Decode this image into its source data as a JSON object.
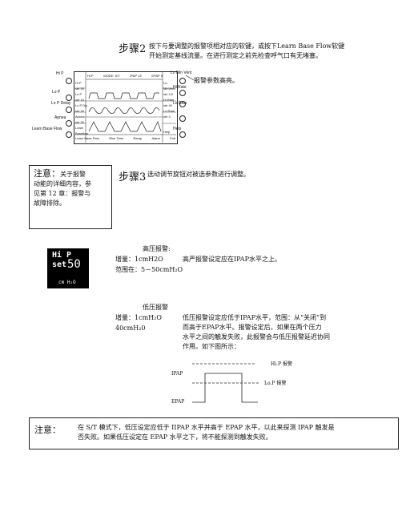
{
  "step2": {
    "title": "步骤2",
    "line1": "按下与要调整的报警项相对应的软键，或按下Learn Base Flow软键",
    "line2": "开始测定基线流量。在进行测定之前先检查呼气口有无堵塞。",
    "callout": "报警参数高亮。"
  },
  "device": {
    "left_labels": [
      "Hi P",
      "Lo P",
      "Lo P Delay",
      "Apnea",
      "Learn Base Flow"
    ],
    "right_labels": [
      "Lo Min Vent",
      "Hi Rate",
      "Lo Rate",
      "Help"
    ],
    "header": [
      "Hi P",
      "MODE: S/T",
      "IPAP 15",
      "EPAP 5"
    ],
    "left_panel": [
      "Hi P",
      "set 50",
      "Lo P",
      "set 10",
      "Lo P Dly",
      "set 20",
      "Apnea",
      "set 20",
      "Learn",
      "Baseflow"
    ],
    "right_panel": [
      "Lo MinVent",
      "set 3.0",
      "Hi Rate",
      "set 40",
      "Lo Rate",
      "set 4",
      "Help"
    ],
    "footer": [
      "Learn Base Flow",
      "Rise Time",
      "Ramp",
      "Alarm",
      "Exit"
    ]
  },
  "step3": {
    "title": "步骤3",
    "text": "选动调节旋钮对被选参数进行调整。"
  },
  "note1": {
    "label": "注意：",
    "line1": "关于报警",
    "line2": "动能的详细内容，参",
    "line3": "见第 12 章：报警与",
    "line4": "故障排除。"
  },
  "hip_display": {
    "line1": "Hi P",
    "set_label": "set",
    "set_value": "50",
    "unit": "cm H₂O"
  },
  "hi_alarm": {
    "title": "高压报警:",
    "increment": "增量：1cmH2O",
    "range": "范围在：5－50cmH₂O",
    "desc": "高严报警设定应在IPAP水平之上。"
  },
  "lo_alarm": {
    "title": "低压报警",
    "increment": "增量：1cmH₂O",
    "range": "40cmH₂0",
    "desc1": "低压报警设定应低于IPAP水平，范围：从“关闭”到",
    "desc2": "而高于EPAP水平。报警设定后，如果在两个压力",
    "desc3": "水平之间的触发失败，此报警会与低压报警延迟协同",
    "desc4": "作用。如下图所示："
  },
  "diagram": {
    "hip_label": "Hi.P 报警",
    "lop_label": "Lo.P 报警",
    "ipap_label": "IPAP",
    "epap_label": "EPAP"
  },
  "note2": {
    "label": "注意：",
    "line1": "在 S/T 模式下，低压设定应低于 IIPAP 水平并高于 EPAP 水平，以此来探测 IPAP 触发是",
    "line2": "否失败。如果低压设定在 EPAP 水平之下，将不能探测到触发失败。"
  }
}
